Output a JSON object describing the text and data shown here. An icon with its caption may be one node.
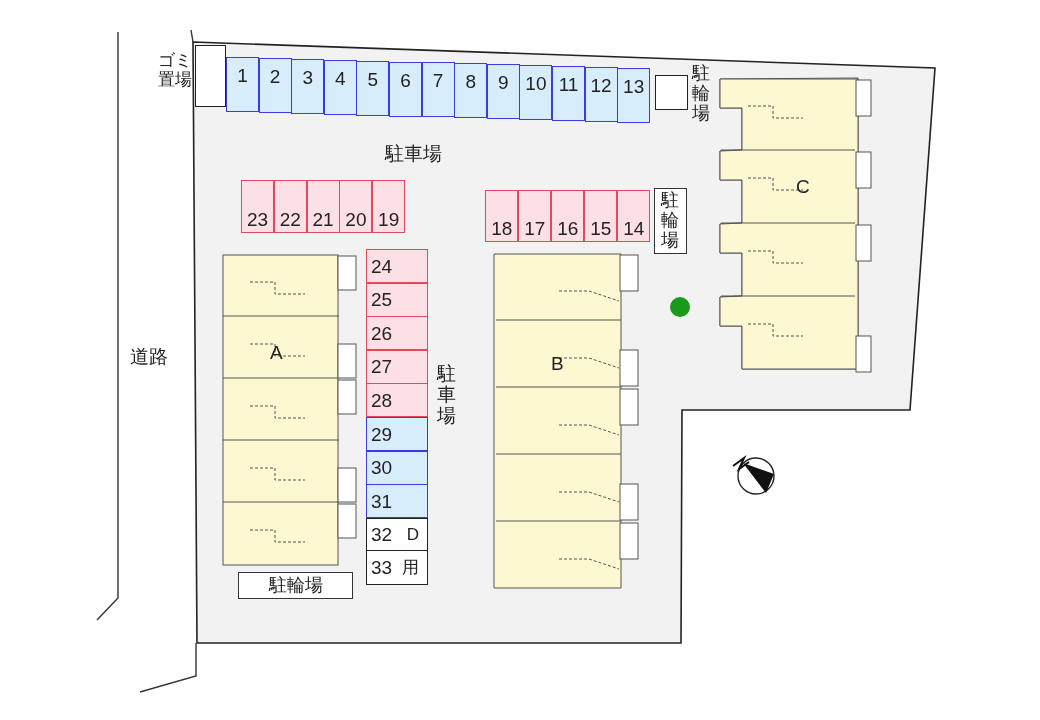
{
  "diagram": {
    "nodes": [
      {
        "text": [
          "ゴミ置場"
        ]
      },
      {
        "text": [
          "1"
        ]
      },
      {
        "text": [
          "2"
        ]
      },
      {
        "text": [
          "3"
        ]
      },
      {
        "text": [
          "4"
        ]
      },
      {
        "text": [
          "5"
        ]
      },
      {
        "text": [
          "6"
        ]
      },
      {
        "text": [
          "7"
        ]
      },
      {
        "text": [
          "8"
        ]
      },
      {
        "text": [
          "9"
        ]
      },
      {
        "text": [
          "10"
        ]
      },
      {
        "text": [
          "11"
        ]
      },
      {
        "text": [
          "12"
        ]
      },
      {
        "text": [
          "13"
        ]
      },
      {
        "text": [
          "駐輪場"
        ]
      },
      {
        "text": [
          "C"
        ]
      },
      {
        "text": [
          "23"
        ]
      },
      {
        "text": [
          "22"
        ]
      },
      {
        "text": [
          "21"
        ]
      },
      {
        "text": [
          "20"
        ]
      },
      {
        "text": [
          "19"
        ]
      },
      {
        "text": [
          "18"
        ]
      },
      {
        "text": [
          "17"
        ]
      },
      {
        "text": [
          "16"
        ]
      },
      {
        "text": [
          "15"
        ]
      },
      {
        "text": [
          "14"
        ]
      },
      {
        "text": [
          "駐輪場"
        ]
      },
      {
        "text": [
          "A"
        ]
      },
      {
        "text": [
          "24"
        ]
      },
      {
        "text": [
          "25"
        ]
      },
      {
        "text": [
          "26"
        ]
      },
      {
        "text": [
          "27"
        ]
      },
      {
        "text": [
          "28"
        ]
      },
      {
        "text": [
          "29"
        ]
      },
      {
        "text": [
          "30"
        ]
      },
      {
        "text": [
          "31"
        ]
      },
      {
        "text": [
          "32",
          "D"
        ]
      },
      {
        "text": [
          "33",
          "用"
        ]
      },
      {
        "text": [
          "B"
        ]
      },
      {
        "text": [
          "駐輪場"
        ]
      }
    ],
    "labels": [
      "駐車場",
      "道路",
      "駐車場"
    ]
  }
}
